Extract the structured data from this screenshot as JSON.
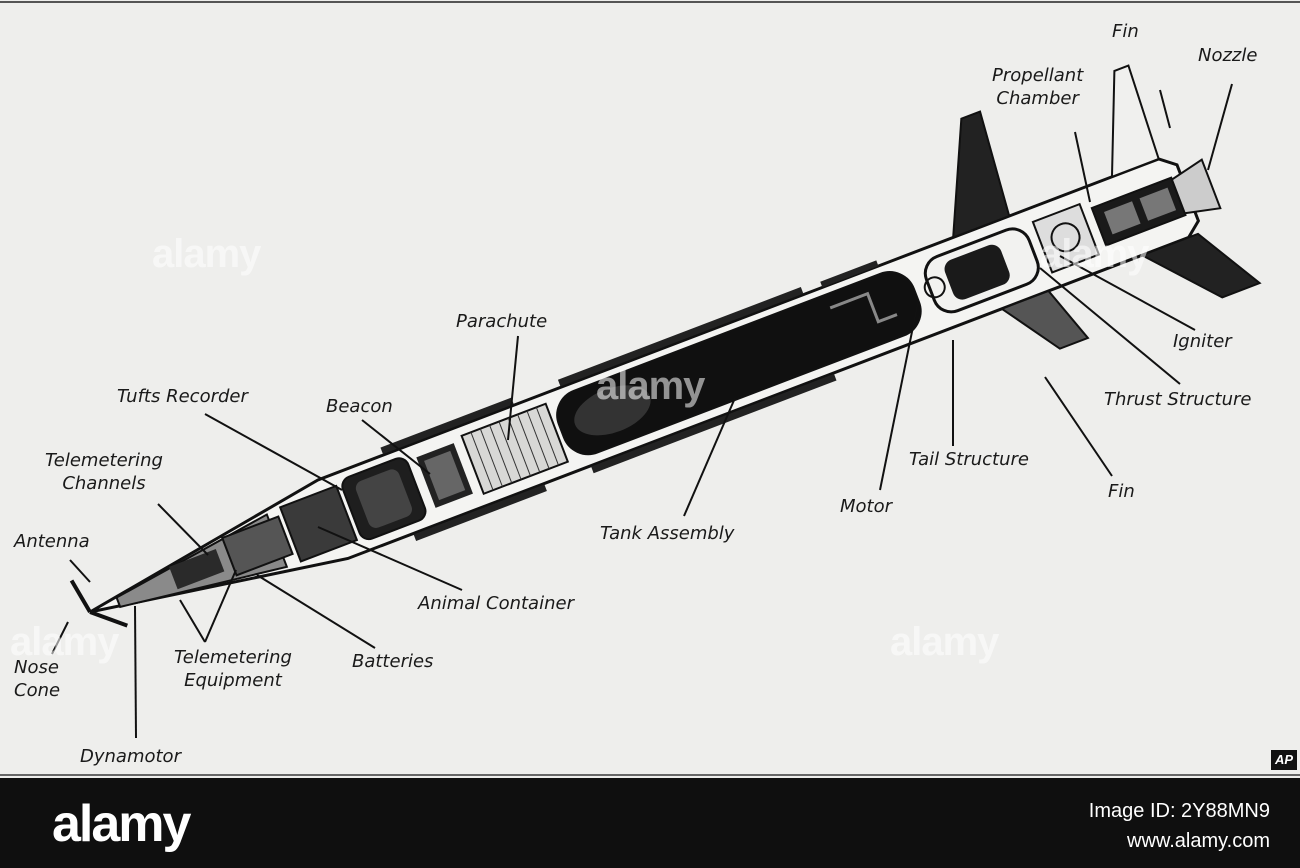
{
  "diagram": {
    "labels": {
      "fin_top": "Fin",
      "nozzle": "Nozzle",
      "propellant_chamber": "Propellant\nChamber",
      "parachute": "Parachute",
      "igniter": "Igniter",
      "tufts_recorder": "Tufts Recorder",
      "beacon": "Beacon",
      "thrust_structure": "Thrust Structure",
      "telemetering_channels": "Telemetering\nChannels",
      "tail_structure": "Tail Structure",
      "fin_bottom": "Fin",
      "motor": "Motor",
      "tank_assembly": "Tank Assembly",
      "antenna": "Antenna",
      "animal_container": "Animal Container",
      "nose_cone": "Nose\nCone",
      "telemetering_equipment": "Telemetering\nEquipment",
      "batteries": "Batteries",
      "dynamotor": "Dynamotor"
    },
    "credit_logo": "AP"
  },
  "watermark": {
    "text": "alamy"
  },
  "stock_bar": {
    "logo": "alamy",
    "image_id": "Image ID: 2Y88MN9",
    "url": "www.alamy.com"
  }
}
